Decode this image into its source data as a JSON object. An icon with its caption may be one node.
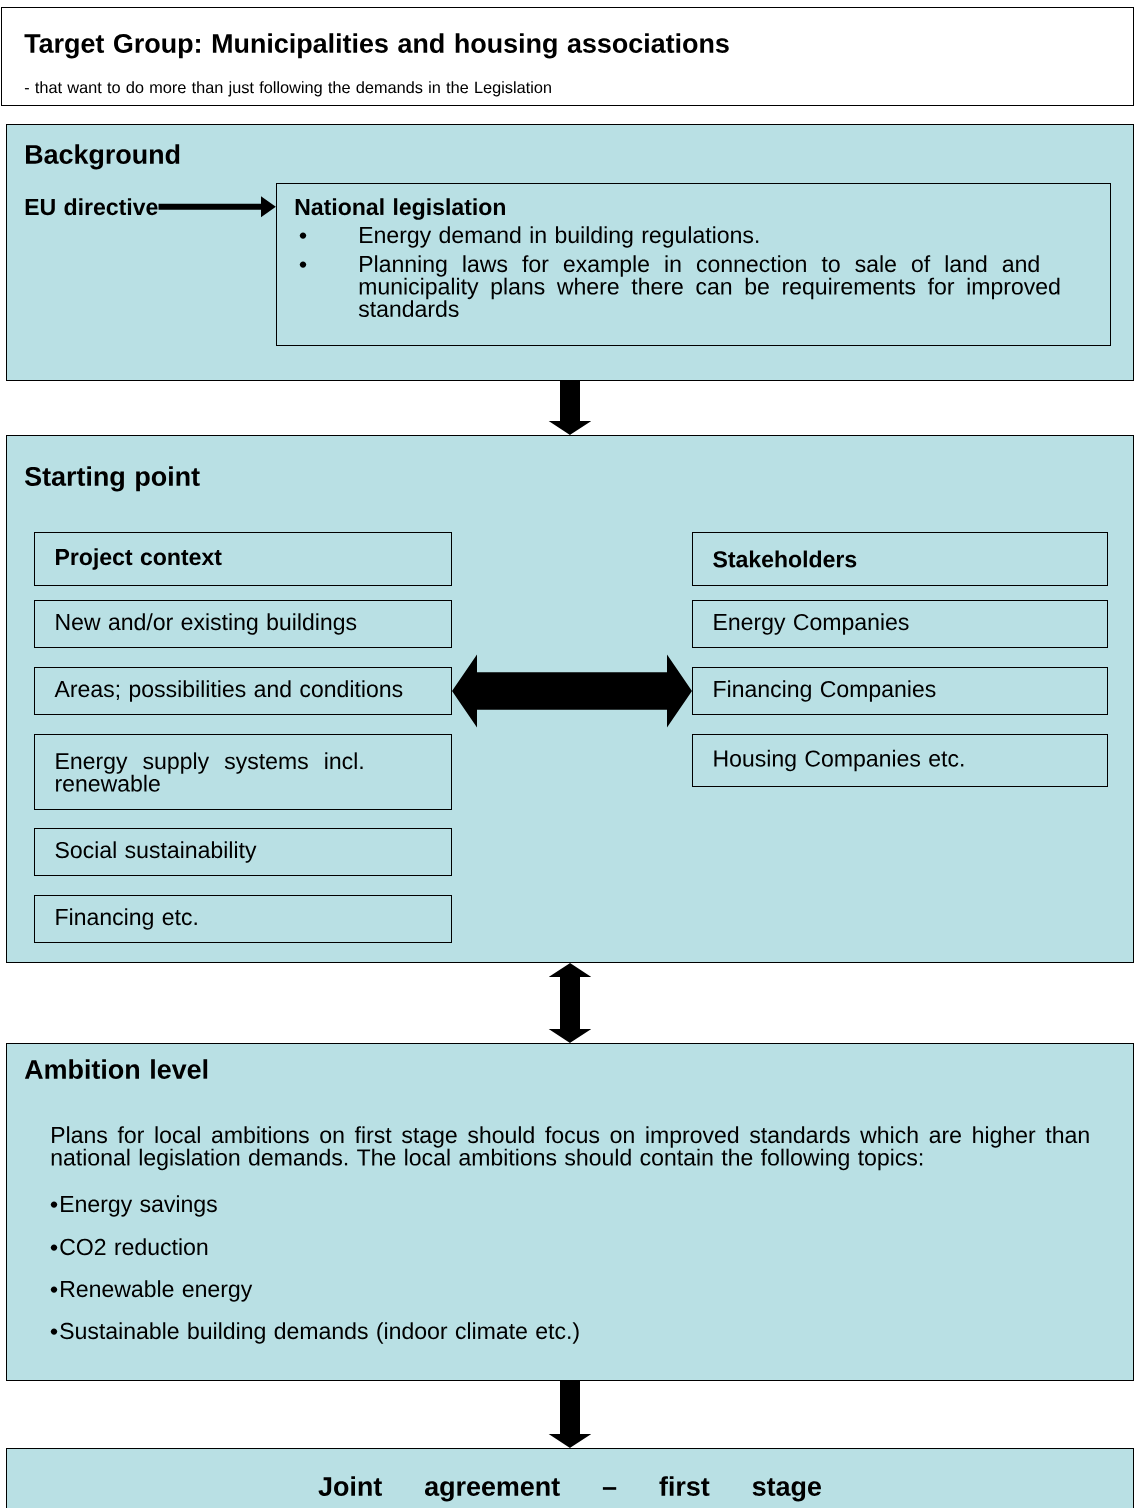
{
  "diagram": {
    "nodes": [
      {
        "text": [
          "Target Group: Municipalities and housing associations",
          "- that want to do more than just following the demands in the Legislation"
        ]
      },
      {
        "text": [
          "Background"
        ]
      },
      {
        "text": [
          "EU directive"
        ],
        "in": 1
      },
      {
        "text": [
          "National legislation",
          "Energy demand in building regulations.",
          "Planning laws for example in connection to sale of land and municipality plans where there can be requirements for improved standards"
        ],
        "in": 1
      },
      {
        "text": [
          "Starting point"
        ]
      },
      {
        "text": [
          "Project context"
        ],
        "in": 4
      },
      {
        "text": [
          "New and/or existing buildings"
        ],
        "in": 4
      },
      {
        "text": [
          "Areas; possibilities and conditions"
        ],
        "in": 4
      },
      {
        "text": [
          "Energy supply systems incl. renewable"
        ],
        "in": 4
      },
      {
        "text": [
          "Social sustainability"
        ],
        "in": 4
      },
      {
        "text": [
          "Financing etc."
        ],
        "in": 4
      },
      {
        "text": [
          "Stakeholders"
        ],
        "in": 4
      },
      {
        "text": [
          "Energy Companies"
        ],
        "in": 4
      },
      {
        "text": [
          "Financing Companies"
        ],
        "in": 4
      },
      {
        "text": [
          "Housing Companies etc."
        ],
        "in": 4
      },
      {
        "text": [
          "Ambition level",
          "Plans for local ambitions on first stage should focus on improved standards which are higher than national legislation demands. The local ambitions should contain the following topics:",
          "Energy savings",
          "CO2 reduction",
          "Renewable energy",
          "Sustainable building demands (indoor climate etc.)"
        ]
      },
      {
        "text": [
          "Joint agreement – first stage"
        ]
      }
    ],
    "edges": [
      {
        "from": 2,
        "to": 3,
        "arrow": "to"
      },
      {
        "from": 1,
        "to": 4,
        "arrow": "to"
      },
      {
        "from": 7,
        "to": 13,
        "arrow": "both",
        "style": "thick"
      },
      {
        "from": 4,
        "to": 15,
        "arrow": "both"
      },
      {
        "from": 15,
        "to": 16,
        "arrow": "to"
      }
    ]
  }
}
